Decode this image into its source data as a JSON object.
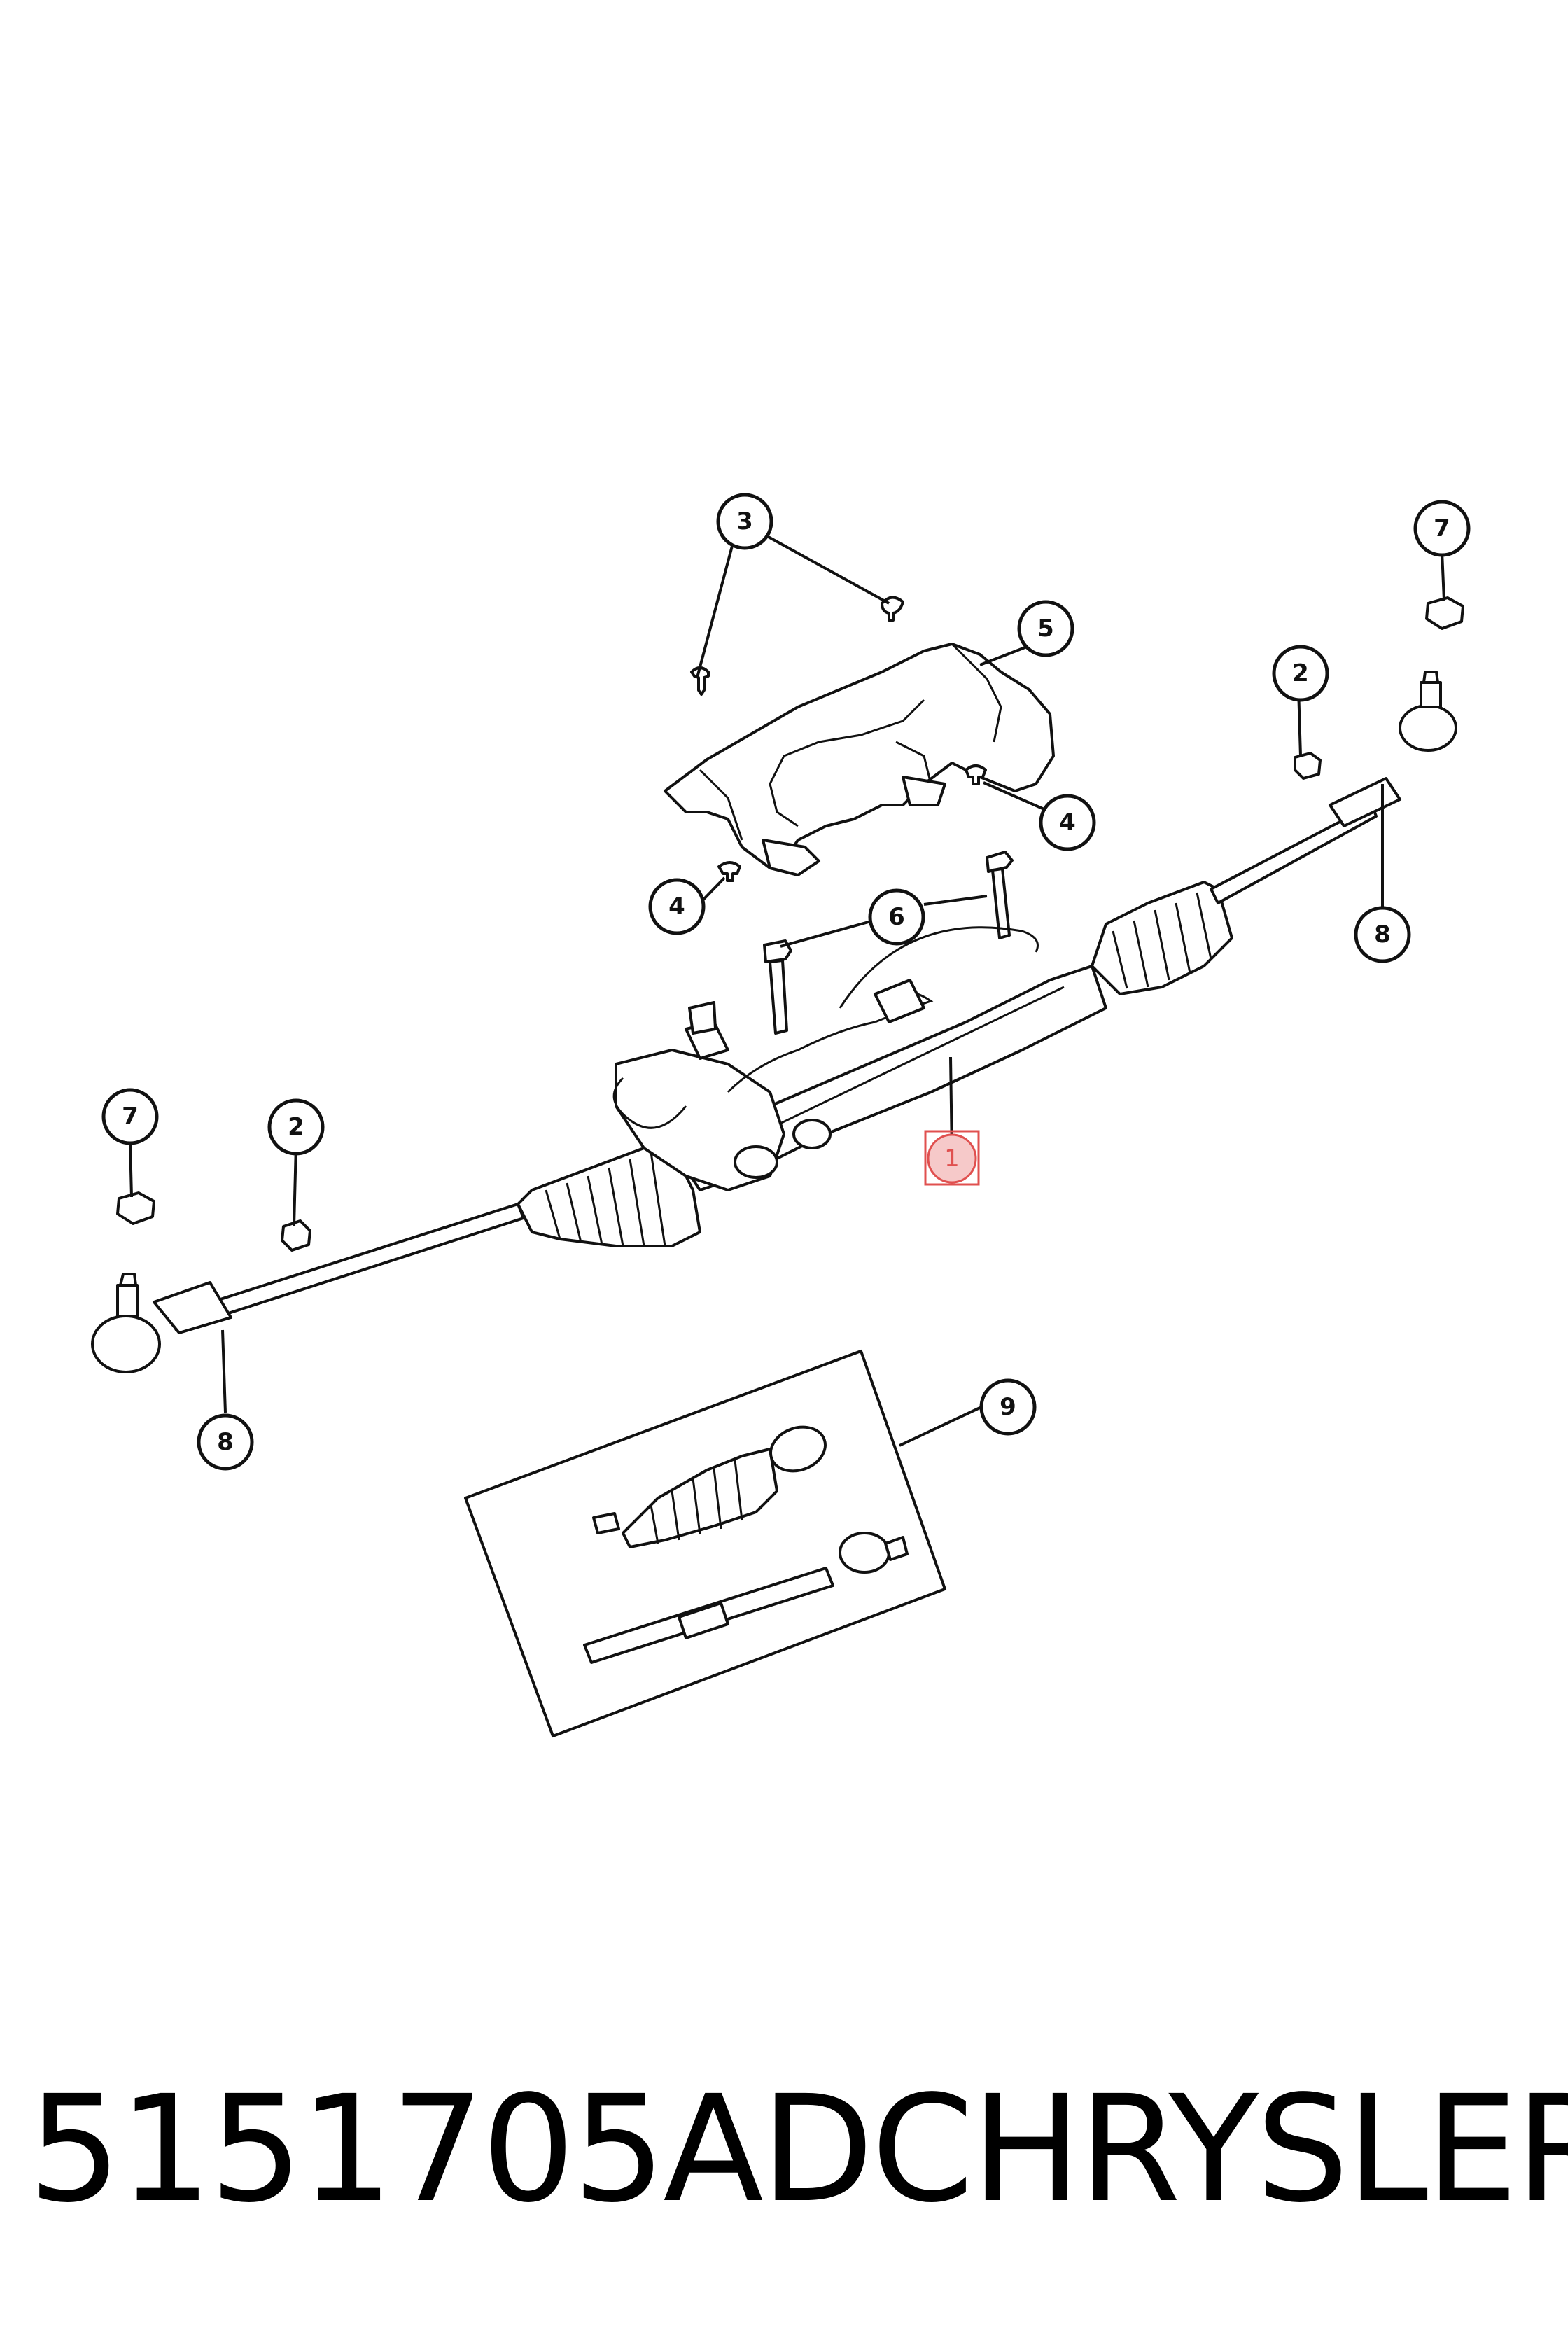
{
  "callouts": [
    {
      "label": "1"
    },
    {
      "label": "2"
    },
    {
      "label": "2"
    },
    {
      "label": "3"
    },
    {
      "label": "4"
    },
    {
      "label": "4"
    },
    {
      "label": "5"
    },
    {
      "label": "6"
    },
    {
      "label": "7"
    },
    {
      "label": "7"
    },
    {
      "label": "8"
    },
    {
      "label": "8"
    },
    {
      "label": "9"
    }
  ],
  "caption": {
    "part_number": "5151705AD",
    "brand": "CHRYSLER"
  },
  "highlight_color": "#e0504f"
}
